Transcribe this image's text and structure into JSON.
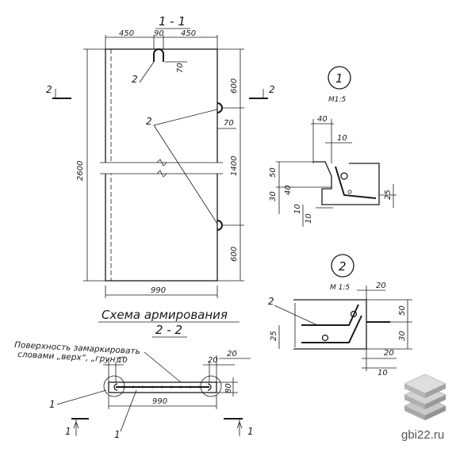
{
  "drawing": {
    "section_1_1_title": "1 - 1",
    "schema_title": "Схема армирования",
    "section_2_2_title": "2 - 2",
    "note_line1": "Поверхность замаркировать",
    "note_line2": "словами „верх“, „грунт“",
    "cut_mark_2": "2",
    "cut_mark_1": "1"
  },
  "elevation_dims": {
    "top_left": "450",
    "top_mid": "90",
    "top_right": "450",
    "loop_height": "70",
    "height_total": "2600",
    "seg_top": "600",
    "seg_mid": "1400",
    "seg_bottom": "600",
    "right_offset": "70",
    "width": "990",
    "callout_2a": "2",
    "callout_2b": "2"
  },
  "detail_1": {
    "number": "1",
    "scale": "М1:5",
    "dims": [
      "40",
      "10",
      "50",
      "30",
      "40",
      "25",
      "10",
      "10"
    ]
  },
  "detail_2": {
    "number": "2",
    "scale": "М 1:5",
    "dims": [
      "20",
      "50",
      "30",
      "25",
      "20",
      "10"
    ],
    "callout": "2"
  },
  "section_2_2": {
    "dims": [
      "10",
      "20",
      "20",
      "80"
    ],
    "width": "990",
    "callout_a": "1",
    "callout_b": "1"
  },
  "watermark": {
    "site": "gbi22.ru",
    "logo_icon": "stacked-slabs-icon",
    "logo_colors": [
      "#d0d0d0",
      "#b5b5b5",
      "#9a9a9a"
    ]
  }
}
